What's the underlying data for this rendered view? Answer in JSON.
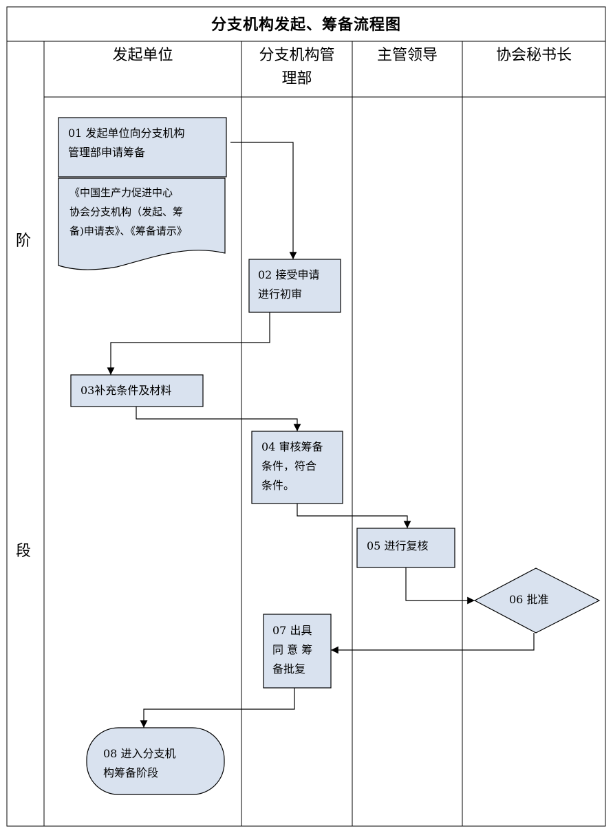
{
  "title": "分支机构发起、筹备流程图",
  "stage_label": [
    "阶",
    "段"
  ],
  "lanes": [
    "发起单位",
    "分支机构管\n理部",
    "主管领导",
    "协会秘书长"
  ],
  "steps": {
    "s01": "01 发起单位向分支机构\n管理部申请筹备",
    "doc": "《中国生产力促进中心\n协会分支机构（发起、筹\n备)申请表》、《筹备请示》",
    "s02": "02 接受申请\n进行初审",
    "s03": "03补充条件及材料",
    "s04": "04 审核筹备\n条件，符合\n条件。",
    "s05": "05 进行复核",
    "s06": "06 批准",
    "s07": "07 出具\n同 意 筹\n备批复",
    "s08": "08  进入分支机\n构筹备阶段"
  },
  "colors": {
    "box_fill": "#d9e2ef",
    "stroke": "#000000"
  }
}
